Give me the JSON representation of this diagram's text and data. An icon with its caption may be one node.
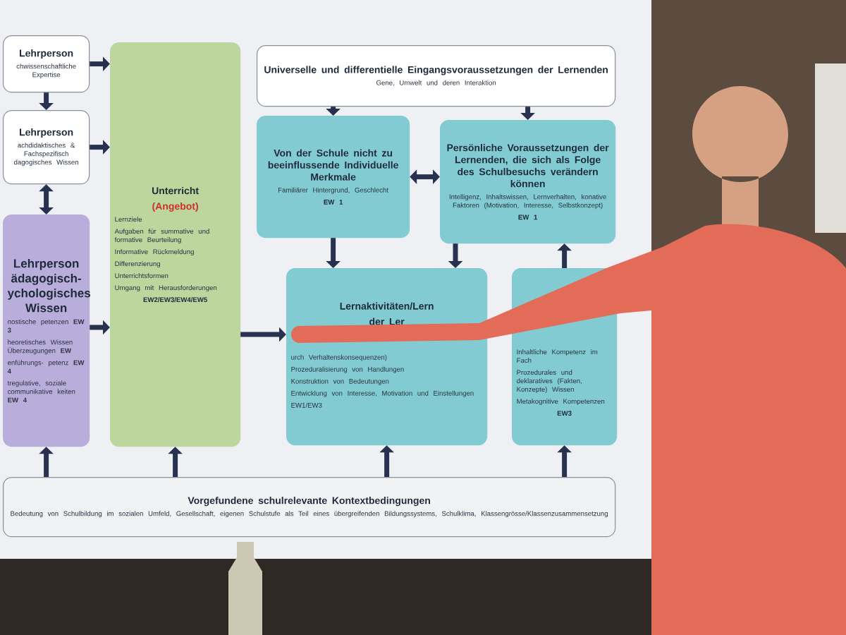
{
  "diagram": {
    "nodes": [
      {
        "text": [
          "Lehrperson",
          "chwissenschaftliche Expertise"
        ]
      },
      {
        "text": [
          "Lehrperson",
          "achdidaktisches & Fachspezifisch dagogisches Wissen"
        ]
      },
      {
        "text": [
          "Lehrperson ädagogisch- ychologisches Wissen",
          "nostische petenzen **EW 3**",
          "heoretisches Wissen Überzeugungen **EW**",
          "enführungs- petenz **EW 4**",
          "tregulative, soziale communikative keiten **EW 4**"
        ]
      },
      {
        "text": [
          "Unterricht",
          "(Angebot)",
          "Lernziele",
          "Aufgaben für summative und formative Beurteilung",
          "Informative Rückmeldung",
          "Differenzierung",
          "Unterrichtsformen",
          "Umgang mit Herausforderungen",
          "EW2/EW3/EW4/EW5"
        ]
      },
      {
        "text": [
          "Universelle und differentielle Eingangsvoraussetzungen der Lernenden",
          "Gene, Umwelt und deren Interaktion"
        ]
      },
      {
        "text": [
          "Von der Schule nicht zu beeinflussende Individuelle Merkmale",
          "Familiärer Hintergrund, Geschlecht",
          "EW 1"
        ]
      },
      {
        "text": [
          "Persönliche Voraussetzungen der Lernenden, die sich als Folge des Schulbesuchs verändern können",
          "Intelligenz, Inhaltswissen, Lernverhalten, konative Faktoren (Motivation, Interesse, Selbstkonzept)",
          "EW 1"
        ]
      },
      {
        "text": [
          "Lernaktivitäten/Lern",
          "der Ler",
          "urch Verhaltenskonsequenzen)",
          "Prozeduralisierung von Handlungen",
          "Konstruktion von Bedeutungen",
          "Entwicklung von Interesse, Motivation und Einstellungen",
          "EW1/EW3"
        ]
      },
      {
        "text": [
          "Inhaltliche Kompetenz im Fach",
          "Prozedurales und deklaratives (Fakten, Konzepte) Wissen",
          "Metakognitive Kompetenzen",
          "EW3"
        ]
      },
      {
        "text": [
          "Vorgefundene schulrelevante Kontextbedingungen",
          "Bedeutung von Schulbildung im sozialen Umfeld, Gesellschaft, eigenen Schulstufe als Teil eines übergreifenden Bildungssystems, Schulklima, Klassengrösse/Klassenzusammensetzung"
        ]
      }
    ],
    "edges": [
      {
        "from": 0,
        "to": 3,
        "arrow": "to"
      },
      {
        "from": 0,
        "to": 1,
        "arrow": "to"
      },
      {
        "from": 1,
        "to": 3,
        "arrow": "to"
      },
      {
        "from": 1,
        "to": 2,
        "arrow": "both"
      },
      {
        "from": 2,
        "to": 3,
        "arrow": "to"
      },
      {
        "from": 4,
        "to": 5,
        "arrow": "to"
      },
      {
        "from": 4,
        "to": 6,
        "arrow": "to"
      },
      {
        "from": 5,
        "to": 6,
        "arrow": "both"
      },
      {
        "from": 5,
        "to": 7,
        "arrow": "to"
      },
      {
        "from": 6,
        "to": 7,
        "arrow": "to"
      },
      {
        "from": 8,
        "to": 6,
        "arrow": "to"
      },
      {
        "from": 3,
        "to": 7,
        "arrow": "to"
      },
      {
        "from": 9,
        "to": 2,
        "arrow": "to"
      },
      {
        "from": 9,
        "to": 3,
        "arrow": "to"
      },
      {
        "from": 9,
        "to": 7,
        "arrow": "to"
      },
      {
        "from": 9,
        "to": 8,
        "arrow": "to"
      }
    ]
  }
}
